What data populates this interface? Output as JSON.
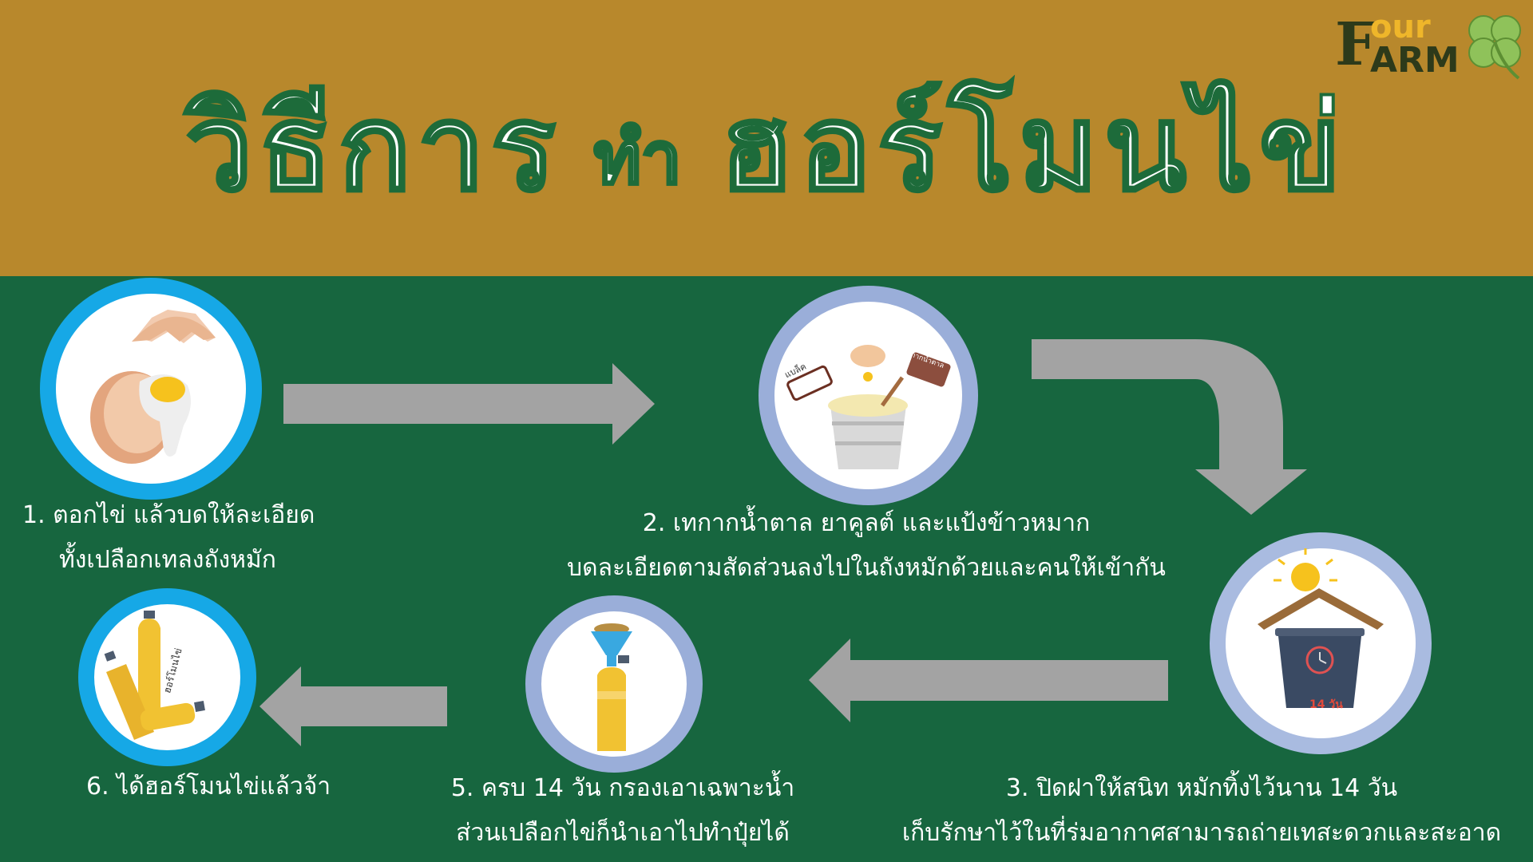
{
  "header": {
    "title_part1": "วิธีการ",
    "title_part2": "ทำ",
    "title_part3": "ฮอร์โมนไข่",
    "logo": {
      "letter_f": "F",
      "our": "our",
      "arm": "ARM"
    }
  },
  "steps": [
    {
      "line1": "1.     ตอกไข่ แล้วบดให้ละเอียด",
      "line2": "ทั้งเปลือกเทลงถังหมัก"
    },
    {
      "line1": "2. เทกากน้ำตาล ยาคูลต์ และแป้งข้าวหมาก",
      "line2": "บดละเอียดตามสัดส่วนลงไปในถังหมักด้วยและคนให้เข้ากัน"
    },
    {
      "line1": "3. ปิดฝาให้สนิท หมักทิ้งไว้นาน 14 วัน",
      "line2": "เก็บรักษาไว้ในที่ร่มอากาศสามารถถ่ายเทสะดวกและสะอาด"
    },
    {
      "line1": "5. ครบ 14 วัน กรองเอาเฉพาะน้ำ",
      "line2": "ส่วนเปลือกไข่ก็นำเอาไปทำปุ๋ยได้"
    },
    {
      "line1": "6. ได้ฮอร์โมนไข่แล้วจ้า"
    }
  ],
  "labels": {
    "bottle_left": "แบล็ค",
    "bottle_right": "กากน้ำตาล",
    "bin_days": "14 วัน",
    "bottle_final": "ฮอร์โมนไข่"
  },
  "colors": {
    "header_bg": "#b8882c",
    "body_bg": "#17663f",
    "arrow": "#a3a3a3",
    "ring_blue": "#16a8e6",
    "ring_lavender": "#9aaed9"
  }
}
